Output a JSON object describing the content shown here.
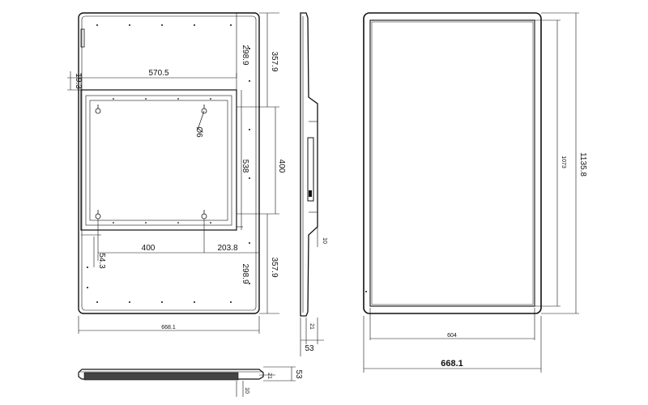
{
  "drawing": {
    "back_view": {
      "height_upper_outer": "357.9",
      "height_upper_inner": "298.9",
      "height_lower_outer": "357.9",
      "height_lower_inner": "298.9",
      "bracket_width": "570.5",
      "top_offset": "19.3",
      "hole_diameter": "Ø6",
      "bracket_height": "538",
      "vesa_vertical": "400",
      "vesa_horizontal": "400",
      "right_offset": "203.8",
      "bottom_offset": "54.3",
      "overall_width": "668.1"
    },
    "side_view": {
      "wall_gap": "10",
      "bottom_depth": "21",
      "overall_depth": "53"
    },
    "front_view": {
      "active_height": "1073",
      "overall_height": "1135.8",
      "active_width": "604",
      "overall_width": "668.1"
    },
    "bottom_view": {
      "depth": "53",
      "wall_gap": "10",
      "edge": "21"
    }
  }
}
